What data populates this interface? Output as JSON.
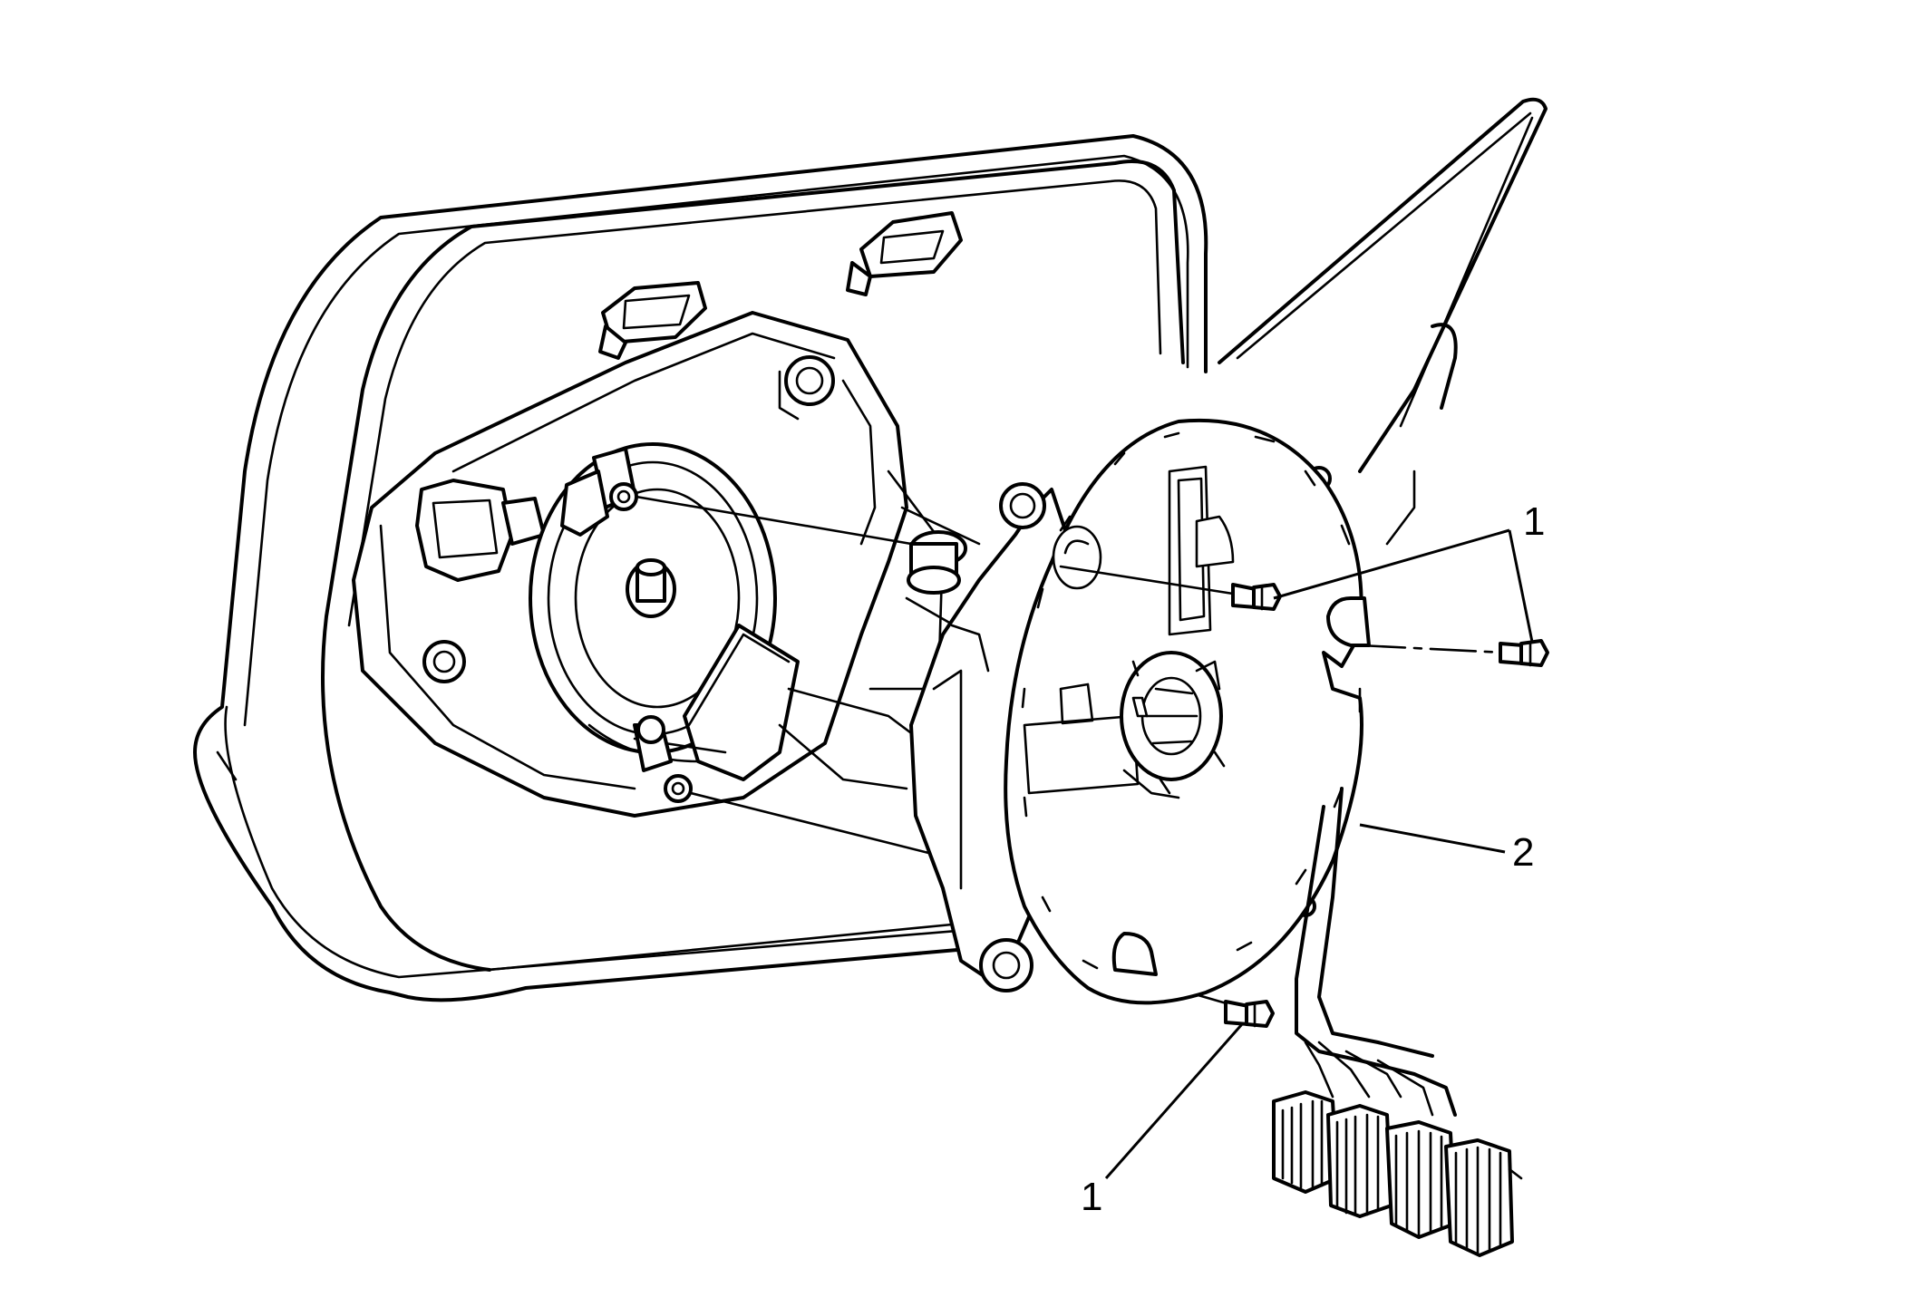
{
  "callouts": [
    {
      "id": "bolt-upper",
      "label": "1"
    },
    {
      "id": "motor-actuator",
      "label": "2"
    },
    {
      "id": "bolt-lower",
      "label": "1"
    }
  ],
  "colors": {
    "line": "#000000",
    "background": "#ffffff"
  }
}
